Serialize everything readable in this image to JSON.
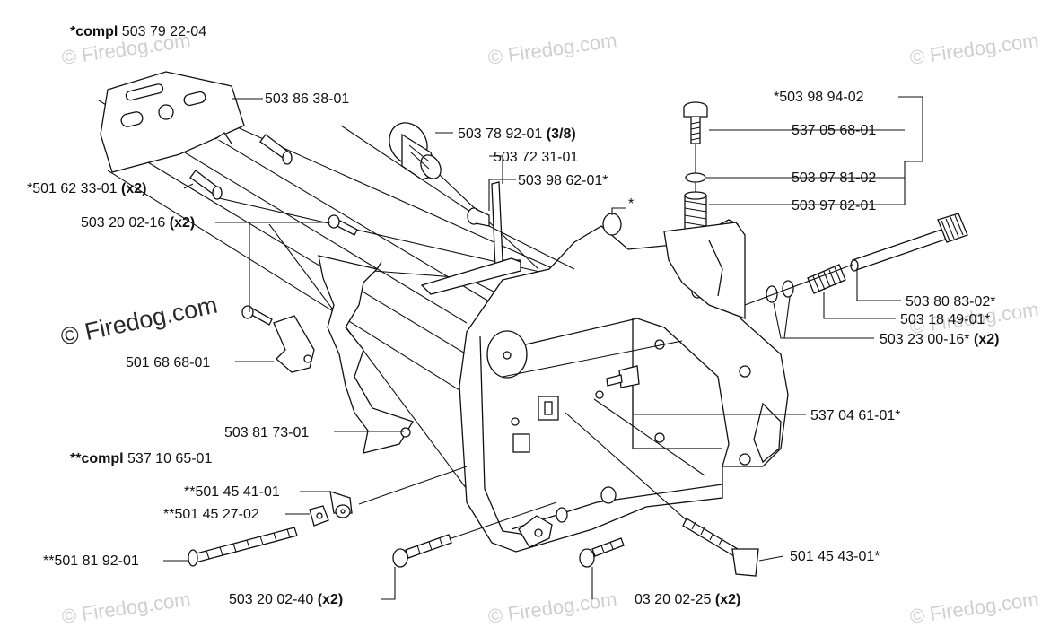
{
  "labels": {
    "assembly_top": {
      "prefix": "*compl",
      "part": "503 79 22-04"
    },
    "assembly_bottom": {
      "prefix": "**compl",
      "part": "537 10 65-01"
    },
    "p_503_86_38_01": {
      "part": "503 86 38-01",
      "qty": ""
    },
    "p_501_62_33_01": {
      "part": "*501 62 33-01",
      "qty": "(x2)"
    },
    "p_503_20_02_16": {
      "part": "503 20 02-16",
      "qty": "(x2)"
    },
    "p_501_68_68_01": {
      "part": "501 68 68-01",
      "qty": ""
    },
    "p_503_81_73_01": {
      "part": "503 81 73-01",
      "qty": ""
    },
    "p_501_45_41_01": {
      "part": "**501 45 41-01",
      "qty": ""
    },
    "p_501_45_27_02": {
      "part": "**501 45 27-02",
      "qty": ""
    },
    "p_501_81_92_01": {
      "part": "**501 81 92-01",
      "qty": ""
    },
    "p_503_20_02_40": {
      "part": "503 20 02-40",
      "qty": "(x2)"
    },
    "p_503_20_02_25": {
      "part": "03 20 02-25",
      "qty": "(x2)"
    },
    "p_503_78_92_01": {
      "part": "503 78 92-01",
      "qty": "(3/8)"
    },
    "p_503_72_31_01": {
      "part": "503 72 31-01",
      "qty": ""
    },
    "p_503_98_62_01": {
      "part": "503 98 62-01*",
      "qty": ""
    },
    "p_star": {
      "part": "*",
      "qty": ""
    },
    "p_503_98_94_02": {
      "part": "*503 98 94-02",
      "qty": ""
    },
    "p_537_05_68_01": {
      "part": "537 05 68-01",
      "qty": ""
    },
    "p_503_97_81_02": {
      "part": "503 97 81-02",
      "qty": ""
    },
    "p_503_97_82_01": {
      "part": "503 97 82-01",
      "qty": ""
    },
    "p_503_80_83_02": {
      "part": "503 80 83-02*",
      "qty": ""
    },
    "p_503_18_49_01": {
      "part": "503 18 49-01*",
      "qty": ""
    },
    "p_503_23_00_16": {
      "part": "503 23 00-16*",
      "qty": "(x2)"
    },
    "p_537_04_61_01": {
      "part": "537 04 61-01*",
      "qty": ""
    },
    "p_501_45_43_01": {
      "part": "501 45 43-01*",
      "qty": ""
    }
  },
  "watermark": {
    "text": "© Firedog.com",
    "main_text": "© Firedog.com"
  }
}
